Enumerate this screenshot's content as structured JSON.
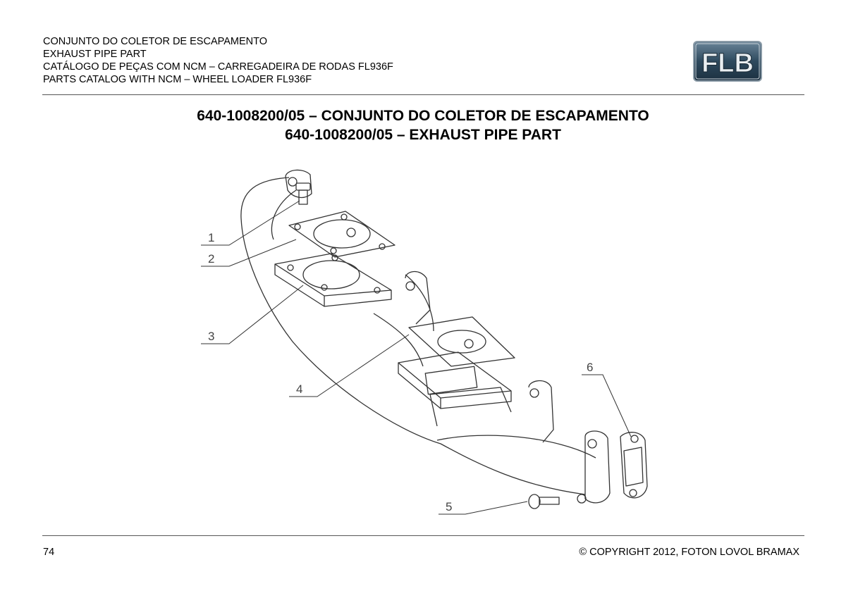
{
  "header": {
    "line1": "CONJUNTO DO COLETOR DE ESCAPAMENTO",
    "line2": "EXHAUST PIPE PART",
    "line3": "CATÁLOGO DE PEÇAS COM NCM – CARREGADEIRA DE RODAS FL936F",
    "line4": "PARTS CATALOG WITH NCM – WHEEL LOADER FL936F"
  },
  "logo": {
    "text": "FLB",
    "color": "#2e4a5e"
  },
  "title": {
    "pt": "640-1008200/05 – CONJUNTO DO COLETOR DE ESCAPAMENTO",
    "en": "640-1008200/05 – EXHAUST PIPE PART"
  },
  "callouts": [
    "1",
    "2",
    "3",
    "4",
    "5",
    "6"
  ],
  "footer": {
    "page_number": "74",
    "copyright": "© COPYRIGHT 2012, FOTON LOVOL BRAMAX"
  }
}
